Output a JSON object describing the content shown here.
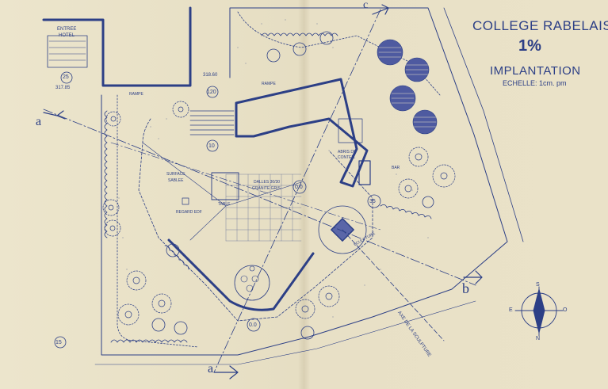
{
  "title_block": {
    "school": "COLLEGE RABELAIS",
    "percent": "1%",
    "heading": "IMPLANTATION",
    "scale": "ECHELLE: 1cm. pm"
  },
  "entrance": {
    "line1": "ENTREE",
    "line2": "HOTEL"
  },
  "labels": {
    "rampe_top": "RAMPE",
    "rampe_left": "RAMPE",
    "surface_sablee_1": "SURFACE",
    "surface_sablee_2": "SABLEE",
    "table": "TABLE",
    "regard": "REGARD EDF",
    "dalles_1": "DALLES 30/30",
    "dalles_2": "GRANITE GRIS",
    "sculpture": "SCULPTURE",
    "abri_1": "ABRIS DE",
    "abri_2": "CONTEN.",
    "axe": "AXE DE LA SCULPTURE",
    "cote_abri": "BAR"
  },
  "levels": [
    {
      "id": "entree",
      "value": "25",
      "ref": "317.85"
    },
    {
      "id": "perron",
      "value": "120",
      "ref": "318.60"
    },
    {
      "id": "escalier",
      "value": "10"
    },
    {
      "id": "centre",
      "value": "0.0"
    },
    {
      "id": "sculpture",
      "value": "35"
    },
    {
      "id": "bas",
      "value": "0.0"
    },
    {
      "id": "angle",
      "value": "15"
    }
  ],
  "section_marks": {
    "a": "a",
    "b": "b",
    "c": "c",
    "d": "a"
  },
  "compass": {
    "north": "N",
    "south": "S",
    "east": "E",
    "west": "O"
  },
  "colors": {
    "ink": "#2c3f86",
    "paper": "#e9e1c6",
    "tree_fill": "#5a66a8"
  }
}
